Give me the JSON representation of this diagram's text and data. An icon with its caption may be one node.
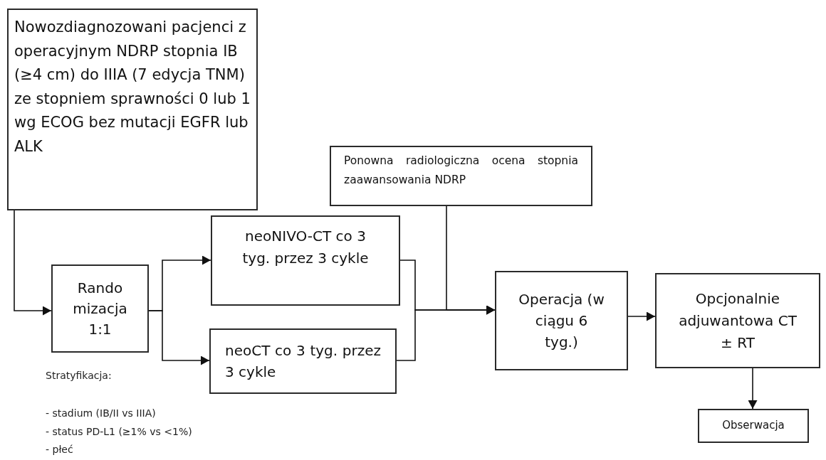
{
  "diagram": {
    "nodes": [
      {
        "text": [
          "Nowozdiagnozowani pacjenci z operacyjnym NDRP stopnia IB (≥4 cm) do IIIA (7 edycja TNM) ze stopniem sprawności 0 lub 1 wg ECOG bez mutacji EGFR lub ALK"
        ]
      },
      {
        "text": [
          "Rando mizacja 1:1"
        ]
      },
      {
        "text": [
          "neoNIVO-CT co 3 tyg. przez 3 cykle"
        ]
      },
      {
        "text": [
          "neoCT co 3 tyg. przez 3 cykle"
        ]
      },
      {
        "text": [
          "Ponowna radiologiczna ocena stopnia zaawansowania NDRP"
        ]
      },
      {
        "text": [
          "Operacja (w ciągu 6 tyg.)"
        ]
      },
      {
        "text": [
          "Opcjonalnie adjuwantowa CT ± RT"
        ]
      },
      {
        "text": [
          "Obserwacja"
        ]
      }
    ],
    "edges": [
      {
        "from": 0,
        "to": 1,
        "arrow": "to"
      },
      {
        "from": 1,
        "to": 2,
        "arrow": "to"
      },
      {
        "from": 1,
        "to": 3,
        "arrow": "to"
      },
      {
        "from": 2,
        "to": 5,
        "arrow": "to"
      },
      {
        "from": 3,
        "to": 5,
        "arrow": "to"
      },
      {
        "from": 4,
        "to": 5,
        "arrow": "to"
      },
      {
        "from": 5,
        "to": 6,
        "arrow": "to"
      },
      {
        "from": 6,
        "to": 7,
        "arrow": "to"
      }
    ],
    "labels": [
      "Stratyfikacja:",
      "- stadium (IB/II vs IIIA)",
      "- status PD-L1 (≥1% vs <1%)",
      "- płeć"
    ]
  }
}
